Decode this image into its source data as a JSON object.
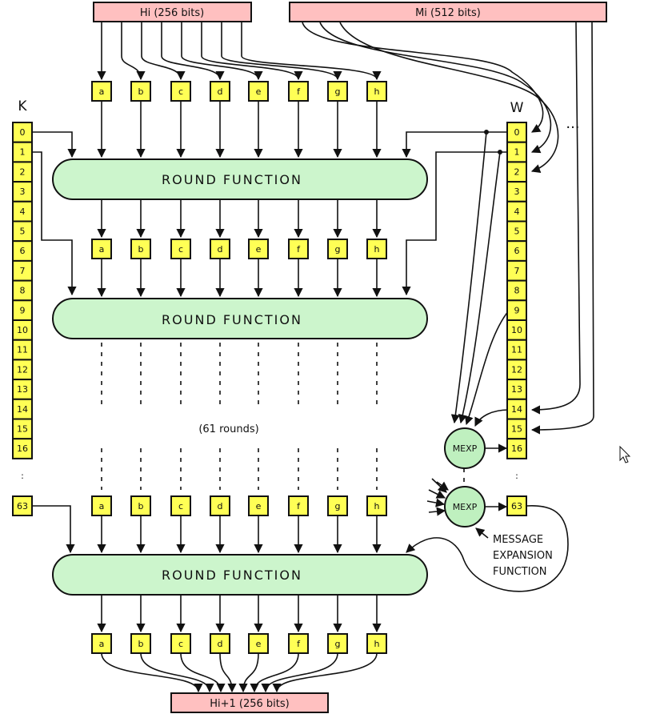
{
  "inputs": {
    "hi_label": "Hi (256 bits)",
    "mi_label": "Mi (512 bits)",
    "output_label": "Hi+1 (256 bits)"
  },
  "registers": [
    "a",
    "b",
    "c",
    "d",
    "e",
    "f",
    "g",
    "h"
  ],
  "k_array": {
    "title": "K",
    "cells": [
      "0",
      "1",
      "2",
      "3",
      "4",
      "5",
      "6",
      "7",
      "8",
      "9",
      "10",
      "11",
      "12",
      "13",
      "14",
      "15",
      "16"
    ],
    "last_cell": "63",
    "gap": ":"
  },
  "w_array": {
    "title": "W",
    "cells": [
      "0",
      "1",
      "2",
      "3",
      "4",
      "5",
      "6",
      "7",
      "8",
      "9",
      "10",
      "11",
      "12",
      "13",
      "14",
      "15",
      "16"
    ],
    "last_cell": "63",
    "gap": ":",
    "ellipsis": "..."
  },
  "round_function_label": "ROUND FUNCTION",
  "rounds_note": "(61 rounds)",
  "mexp": {
    "label": "MEXP",
    "caption_line1": "MESSAGE",
    "caption_line2": "EXPANSION",
    "caption_line3": "FUNCTION"
  },
  "colors": {
    "register_fill": "#ffff55",
    "round_fill": "#ccf5cc",
    "io_fill": "#ffc0c0",
    "mexp_fill": "#bff0bf"
  }
}
